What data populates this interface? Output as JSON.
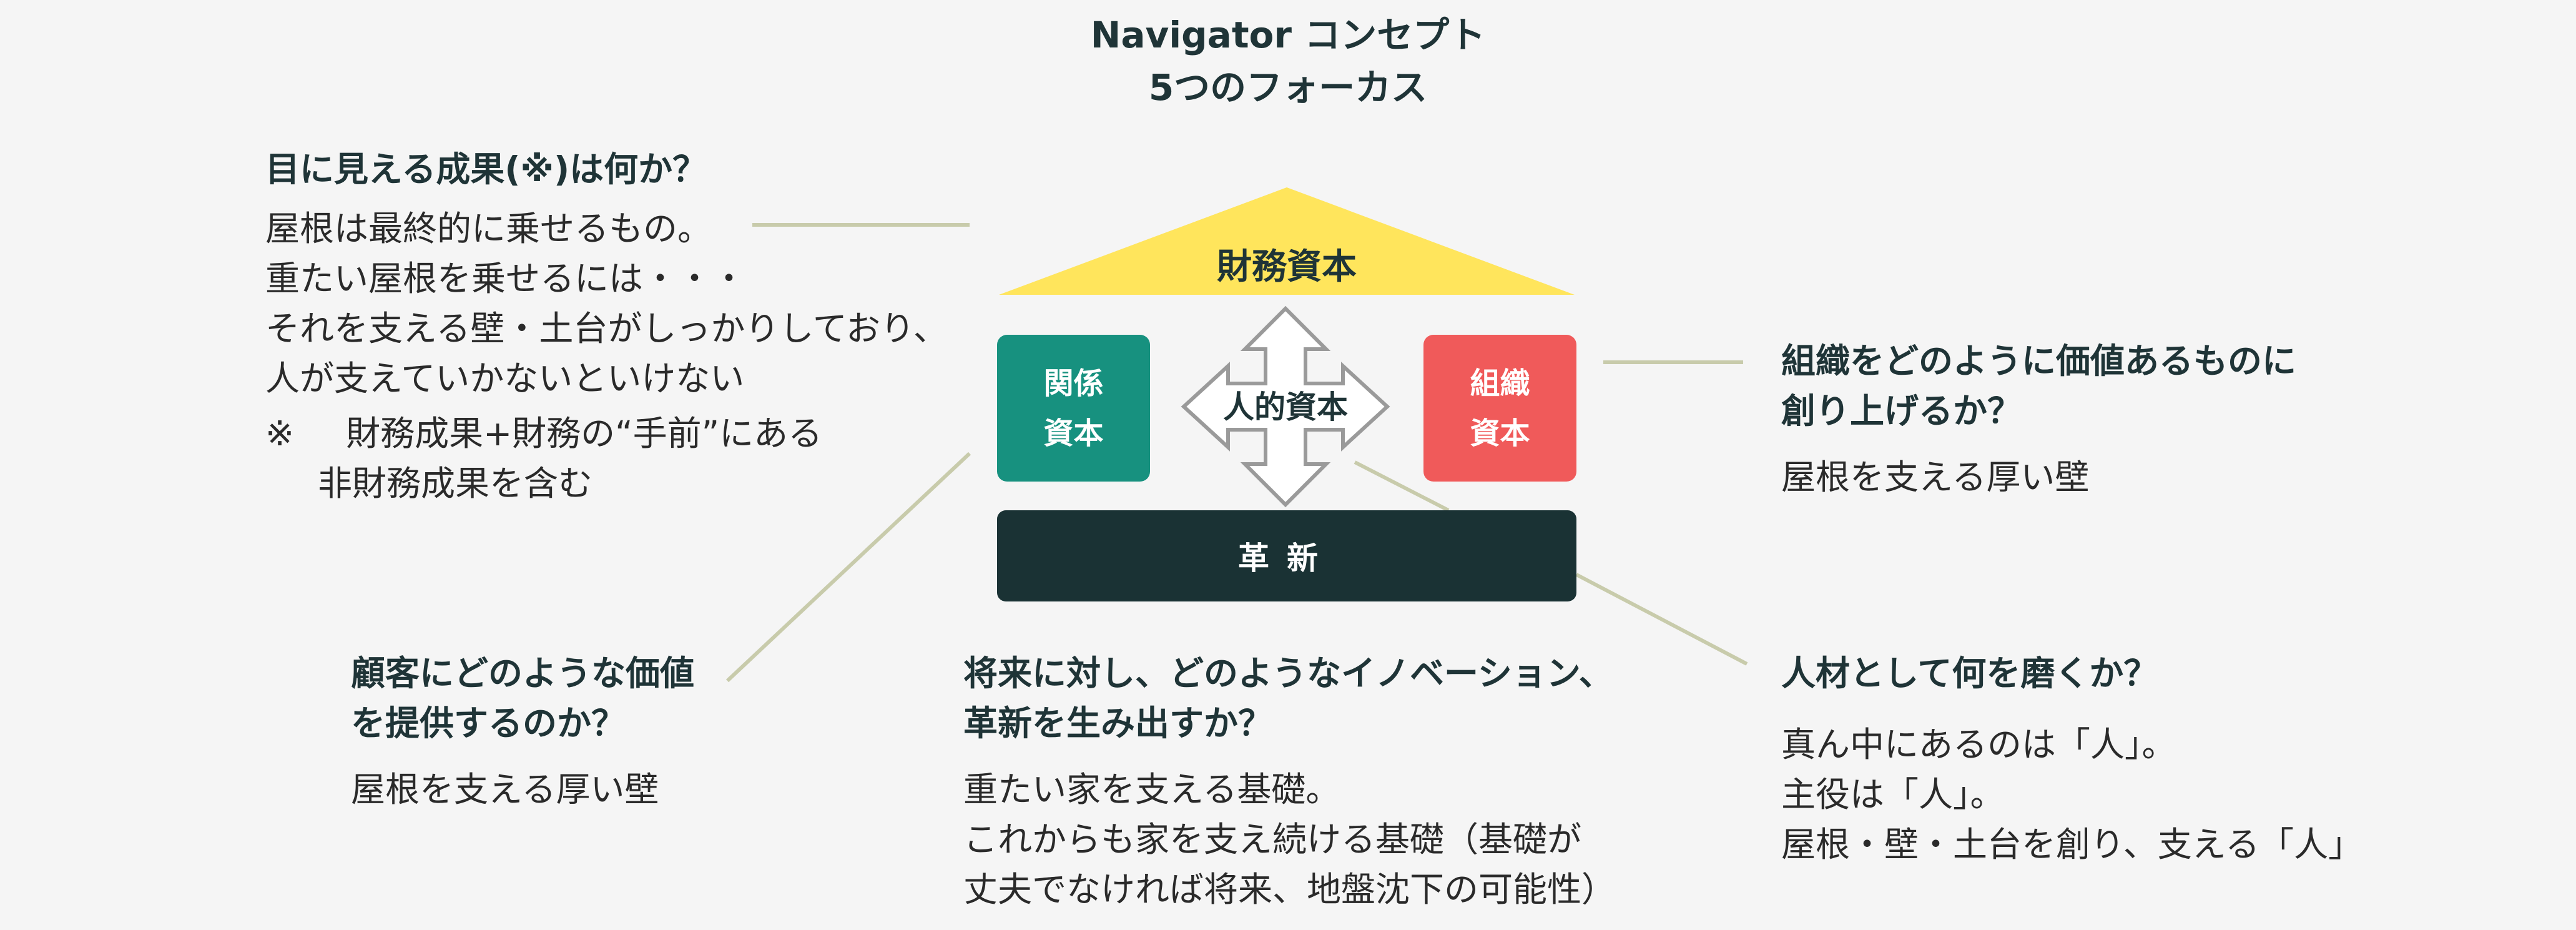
{
  "title": {
    "line1": "Navigator コンセプト",
    "line2": "5つのフォーカス"
  },
  "roof": {
    "label": "財務資本"
  },
  "left_box": {
    "line1": "関係",
    "line2": "資本"
  },
  "right_box": {
    "line1": "組織",
    "line2": "資本"
  },
  "center": {
    "label": "人的資本"
  },
  "base": {
    "label": "革新"
  },
  "top_left": {
    "heading": "目に見える成果(※)は何か？",
    "lines": [
      "屋根は最終的に乗せるもの。",
      "重たい屋根を乗せるには・・・",
      "それを支える壁・土台がしっかりしており、",
      "人が支えていかないといけない"
    ],
    "note_mark": "※",
    "note_line1": "財務成果+財務の“手前”にある",
    "note_line2": "非財務成果を含む"
  },
  "right_top": {
    "heading_line1": "組織をどのように価値あるものに",
    "heading_line2": "創り上げるか？",
    "body": "屋根を支える厚い壁"
  },
  "bottom_left": {
    "heading_line1": "顧客にどのような価値",
    "heading_line2": "を提供するのか？",
    "body": "屋根を支える厚い壁"
  },
  "bottom_center": {
    "heading_line1": "将来に対し、どのようなイノベーション、",
    "heading_line2": "革新を生み出すか？",
    "lines": [
      "重たい家を支える基礎。",
      "これからも家を支え続ける基礎（基礎が",
      "丈夫でなければ将来、地盤沈下の可能性）"
    ]
  },
  "right_bottom": {
    "heading": "人材として何を磨くか？",
    "lines": [
      "真ん中にあるのは「人」。",
      "主役は「人」。",
      "屋根・壁・土台を創り、支える「人」"
    ]
  },
  "colors": {
    "roof": "#ffe55c",
    "left_box": "#17917f",
    "right_box": "#f05a5a",
    "base": "#1a3234",
    "connector": "#c8cbab"
  }
}
